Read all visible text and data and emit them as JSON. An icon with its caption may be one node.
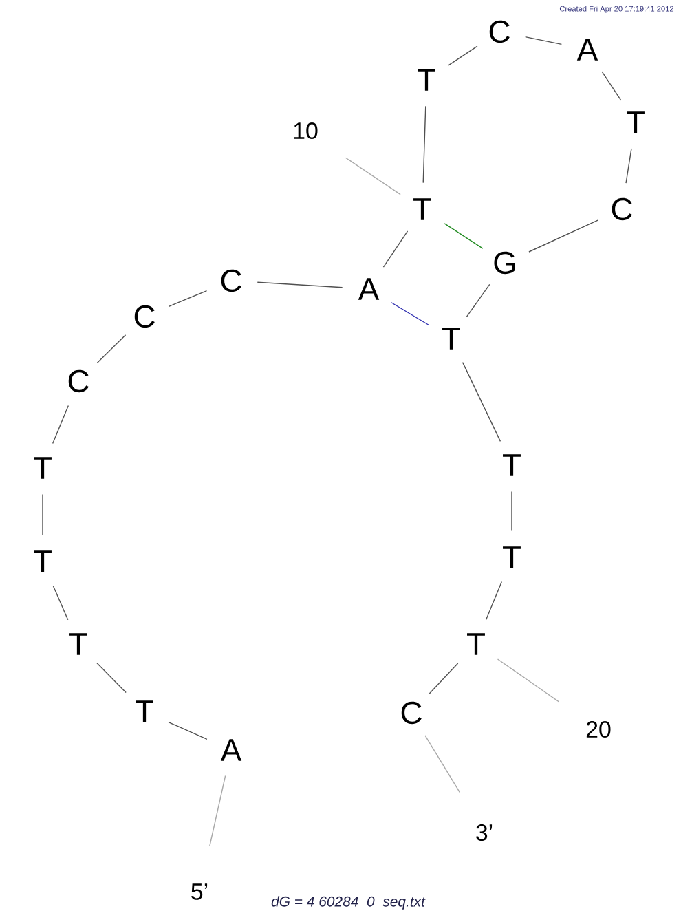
{
  "diagram": {
    "caption": "dG = 4 60284_0_seq.txt",
    "nodes": [
      {
        "text": [
          "A"
        ]
      },
      {
        "text": [
          "T"
        ]
      },
      {
        "text": [
          "T"
        ]
      },
      {
        "text": [
          "T"
        ]
      },
      {
        "text": [
          "T"
        ]
      },
      {
        "text": [
          "C"
        ]
      },
      {
        "text": [
          "C"
        ]
      },
      {
        "text": [
          "C"
        ]
      },
      {
        "text": [
          "A"
        ]
      },
      {
        "text": [
          "T"
        ]
      },
      {
        "text": [
          "T"
        ]
      },
      {
        "text": [
          "C"
        ]
      },
      {
        "text": [
          "A"
        ]
      },
      {
        "text": [
          "T"
        ]
      },
      {
        "text": [
          "C"
        ]
      },
      {
        "text": [
          "G"
        ]
      },
      {
        "text": [
          "T"
        ]
      },
      {
        "text": [
          "T"
        ]
      },
      {
        "text": [
          "T"
        ]
      },
      {
        "text": [
          "T"
        ]
      },
      {
        "text": [
          "C"
        ]
      },
      {
        "text": [
          "5’"
        ]
      },
      {
        "text": [
          "3’"
        ]
      },
      {
        "text": [
          "10"
        ]
      },
      {
        "text": [
          "20"
        ]
      }
    ],
    "edges": [
      {
        "from": 0,
        "to": 1,
        "arrow": "none"
      },
      {
        "from": 1,
        "to": 2,
        "arrow": "none"
      },
      {
        "from": 2,
        "to": 3,
        "arrow": "none"
      },
      {
        "from": 3,
        "to": 4,
        "arrow": "none"
      },
      {
        "from": 4,
        "to": 5,
        "arrow": "none"
      },
      {
        "from": 5,
        "to": 6,
        "arrow": "none"
      },
      {
        "from": 6,
        "to": 7,
        "arrow": "none"
      },
      {
        "from": 7,
        "to": 8,
        "arrow": "none"
      },
      {
        "from": 8,
        "to": 9,
        "arrow": "none"
      },
      {
        "from": 9,
        "to": 10,
        "arrow": "none"
      },
      {
        "from": 10,
        "to": 11,
        "arrow": "none"
      },
      {
        "from": 11,
        "to": 12,
        "arrow": "none"
      },
      {
        "from": 12,
        "to": 13,
        "arrow": "none"
      },
      {
        "from": 13,
        "to": 14,
        "arrow": "none"
      },
      {
        "from": 14,
        "to": 15,
        "arrow": "none"
      },
      {
        "from": 15,
        "to": 16,
        "arrow": "none"
      },
      {
        "from": 16,
        "to": 17,
        "arrow": "none"
      },
      {
        "from": 17,
        "to": 18,
        "arrow": "none"
      },
      {
        "from": 18,
        "to": 19,
        "arrow": "none"
      },
      {
        "from": 19,
        "to": 20,
        "arrow": "none"
      },
      {
        "from": 9,
        "to": 15,
        "arrow": "none",
        "color": "#228b22"
      },
      {
        "from": 8,
        "to": 16,
        "arrow": "none",
        "color": "#3030b0"
      },
      {
        "from": 21,
        "to": 0,
        "arrow": "none",
        "color": "#a8a8a8"
      },
      {
        "from": 22,
        "to": 20,
        "arrow": "none",
        "color": "#a8a8a8"
      },
      {
        "from": 23,
        "to": 9,
        "arrow": "none",
        "color": "#a8a8a8"
      },
      {
        "from": 24,
        "to": 19,
        "arrow": "none",
        "color": "#a8a8a8"
      }
    ],
    "labels": [
      "Created Fri Apr 20 17:19:41 2012"
    ]
  }
}
